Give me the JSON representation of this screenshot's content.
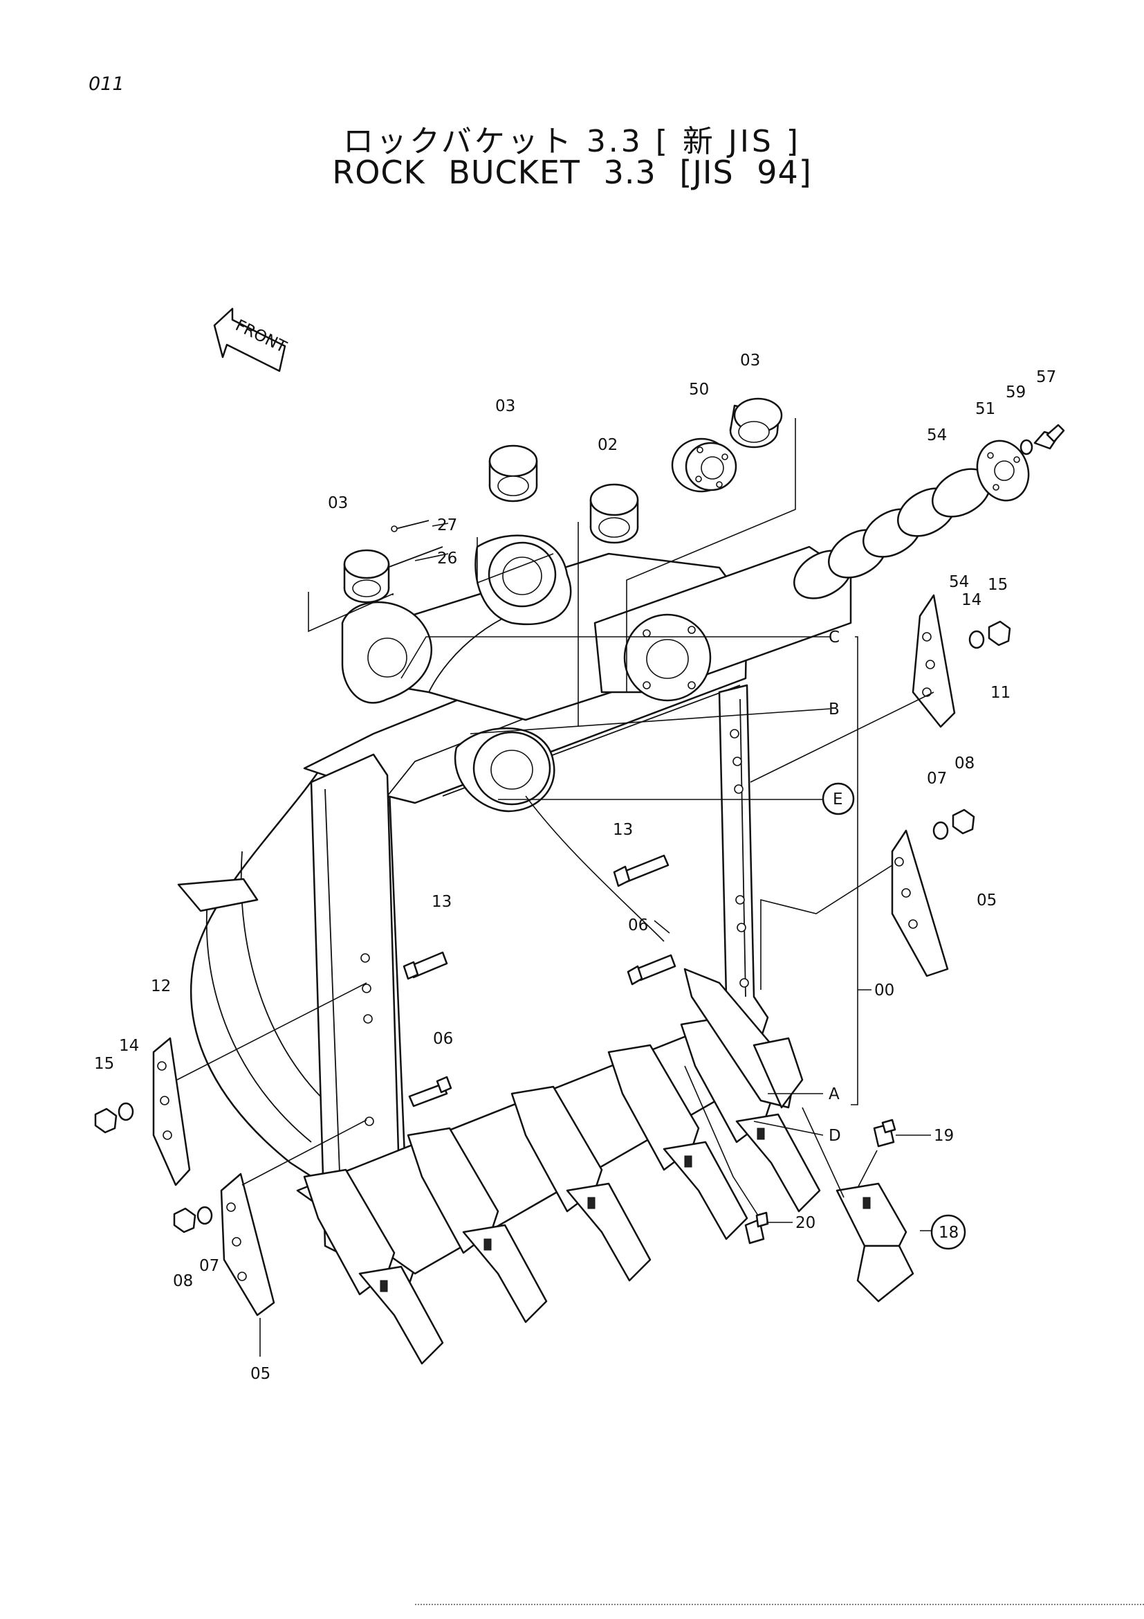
{
  "page_number": "011",
  "title_jp": "ロックバケット 3.3 [ 新 JIS ]",
  "title_en": "ROCK   BUCKET   3.3   [JIS 94]",
  "front_label": "FRONT",
  "callouts": {
    "p03a": "03",
    "p03b": "03",
    "p03c": "03",
    "p02": "02",
    "p50": "50",
    "p27": "27",
    "p26": "26",
    "p51": "51",
    "p59": "59",
    "p57": "57",
    "p54a": "54",
    "p54b": "54",
    "p14a": "14",
    "p15a": "15",
    "p11": "11",
    "pC": "C",
    "pB": "B",
    "pE": "E",
    "p07a": "07",
    "p08a": "08",
    "p13a": "13",
    "p13b": "13",
    "p06a": "06",
    "p06b": "06",
    "p05a": "05",
    "p00": "00",
    "p12": "12",
    "p14b": "14",
    "p15b": "15",
    "pA": "A",
    "pD": "D",
    "p19": "19",
    "p20": "20",
    "p18": "18",
    "p08b": "08",
    "p07b": "07",
    "p05b": "05"
  }
}
